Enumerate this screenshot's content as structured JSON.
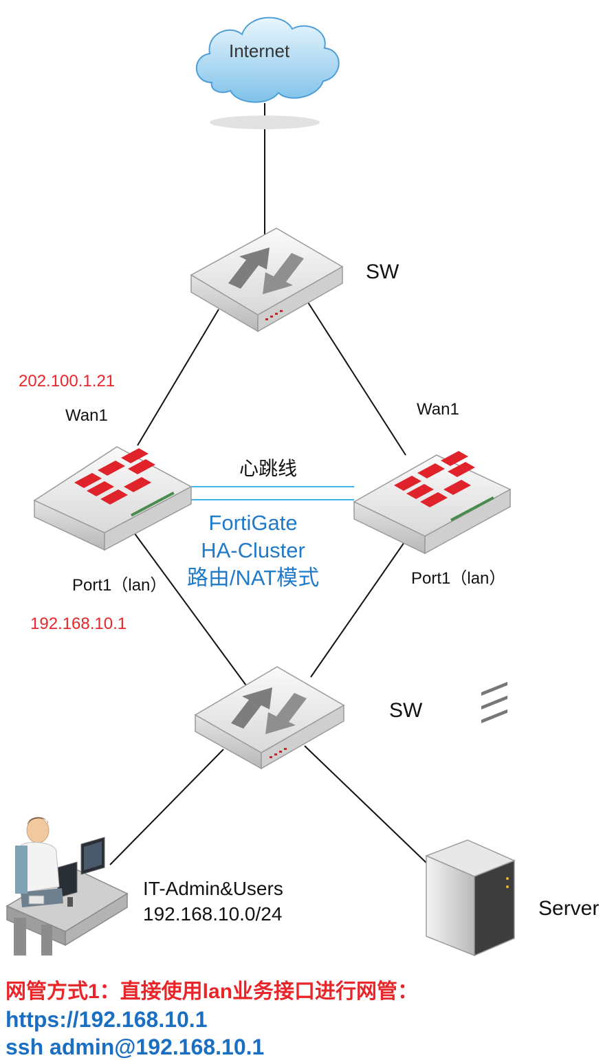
{
  "nodes": {
    "internet_label": "Internet",
    "sw_top_label": "SW",
    "sw_bottom_label": "SW",
    "server_label": "Server"
  },
  "fortigate_left": {
    "ip": "202.100.1.21",
    "wan_label": "Wan1",
    "port_label": "Port1（lan）",
    "lan_ip": "192.168.10.1"
  },
  "fortigate_right": {
    "wan_label": "Wan1",
    "port_label": "Port1（lan）"
  },
  "heartbeat_label": "心跳线",
  "cluster": {
    "line1": "FortiGate",
    "line2": "HA-Cluster",
    "line3": "路由/NAT模式"
  },
  "admin": {
    "line1": "IT-Admin&Users",
    "line2": "192.168.10.0/24"
  },
  "footer": {
    "title": "网管方式1：直接使用lan业务接口进行网管：",
    "https": "https://192.168.10.1",
    "ssh": "ssh admin@192.168.10.1"
  },
  "colors": {
    "ip_red": "#e8262a",
    "ha_blue": "#1f7ac9",
    "heartbeat_cyan": "#3ab4e6",
    "footer_blue": "#1b6fc2"
  },
  "icons": [
    "cloud-icon",
    "switch-icon",
    "firewall-icon",
    "workstation-icon",
    "server-icon"
  ]
}
